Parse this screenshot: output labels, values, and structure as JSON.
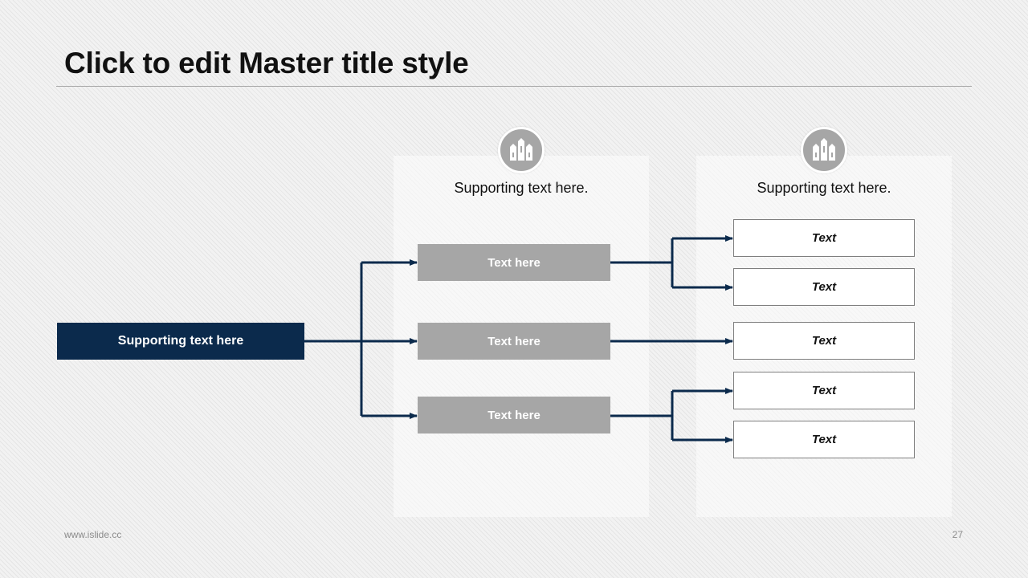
{
  "slide": {
    "title": "Click to edit Master title style",
    "footer_url": "www.islide.cc",
    "page_number": "27"
  },
  "panels": [
    {
      "caption": "Supporting text here.",
      "icon": "buildings-icon"
    },
    {
      "caption": "Supporting text here.",
      "icon": "buildings-icon"
    }
  ],
  "root": {
    "label": "Supporting text here"
  },
  "middle": [
    {
      "label": "Text here"
    },
    {
      "label": "Text here"
    },
    {
      "label": "Text here"
    }
  ],
  "leaves": [
    {
      "label": "Text",
      "parent": 0
    },
    {
      "label": "Text",
      "parent": 0
    },
    {
      "label": "Text",
      "parent": 1
    },
    {
      "label": "Text",
      "parent": 2
    },
    {
      "label": "Text",
      "parent": 2
    }
  ],
  "colors": {
    "root_fill": "#0b2a4c",
    "middle_fill": "#a6a6a6",
    "connector": "#0b2a4c",
    "icon_circle": "#a6a6a6"
  }
}
